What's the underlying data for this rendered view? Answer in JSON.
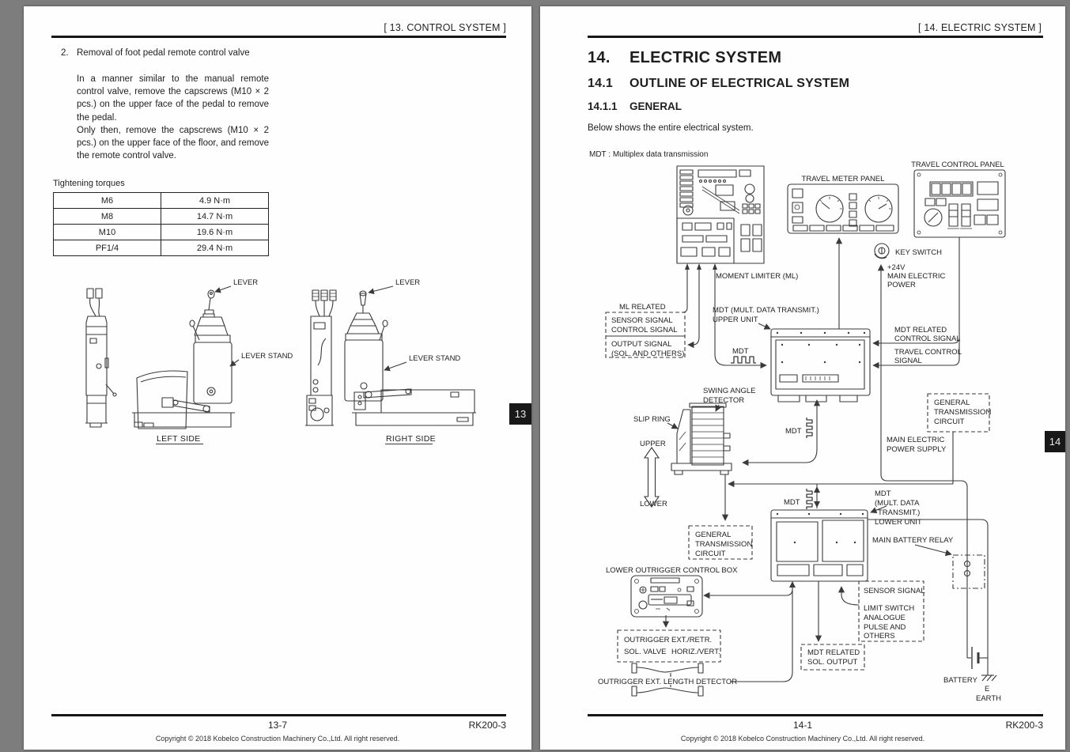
{
  "colors": {
    "canvas_bg": "#7d7d7d",
    "page_bg": "#fefefe",
    "ink": "#1e1e1e",
    "tab_bg": "#181818",
    "tab_fg": "#e8e8e8"
  },
  "left_page": {
    "header": "[ 13. CONTROL SYSTEM ]",
    "item_number": "2.",
    "item_title": "Removal of foot pedal remote control valve",
    "para1": "In a manner similar to the manual remote control valve, remove the capscrews (M10 × 2 pcs.) on the upper face of the pedal to remove the pedal.",
    "para2": "Only then, remove the capscrews (M10 × 2 pcs.) on the upper face of the floor, and remove the remote control valve.",
    "table_caption": "Tightening torques",
    "table_rows": [
      [
        "M6",
        "4.9 N·m"
      ],
      [
        "M8",
        "14.7 N·m"
      ],
      [
        "M10",
        "19.6 N·m"
      ],
      [
        "PF1/4",
        "29.4 N·m"
      ]
    ],
    "figure": {
      "lever": "LEVER",
      "lever_stand": "LEVER STAND",
      "left_caption": "LEFT SIDE",
      "right_caption": "RIGHT SIDE"
    },
    "tab": "13",
    "page_number": "13-7",
    "doc_code": "RK200-3",
    "copyright": "Copyright © 2018 Kobelco Construction Machinery Co.,Ltd. All right reserved."
  },
  "right_page": {
    "header": "[ 14. ELECTRIC SYSTEM ]",
    "h1_num": "14.",
    "h1_title": "ELECTRIC SYSTEM",
    "h2_num": "14.1",
    "h2_title": "OUTLINE OF ELECTRICAL SYSTEM",
    "h3_num": "14.1.1",
    "h3_title": "GENERAL",
    "intro": "Below shows the entire electrical system.",
    "diagram": {
      "note": "MDT : Multiplex data transmission",
      "moment_limiter": "MOMENT LIMITER (ML)",
      "travel_meter_panel": "TRAVEL METER PANEL",
      "travel_control_panel": "TRAVEL CONTROL PANEL",
      "key_switch": "KEY SWITCH",
      "power_l1": "+24V",
      "power_l2": "MAIN ELECTRIC",
      "power_l3": "POWER",
      "ml_related": "ML RELATED",
      "sensor_ctl_l1": "SENSOR SIGNAL",
      "sensor_ctl_l2": "CONTROL SIGNAL",
      "output_sig_l1": "OUTPUT SIGNAL",
      "output_sig_l2": "(SOL. AND OTHERS)",
      "mdt_upper_l1": "MDT (MULT. DATA TRANSMIT.)",
      "mdt_upper_l2": "UPPER UNIT",
      "mdt": "MDT",
      "mdt_rel_ctl_l1": "MDT RELATED",
      "mdt_rel_ctl_l2": "CONTROL SIGNAL",
      "travel_ctl_l1": "TRAVEL CONTROL",
      "travel_ctl_l2": "SIGNAL",
      "swing_l1": "SWING ANGLE",
      "swing_l2": "DETECTOR",
      "slip_ring": "SLIP RING",
      "upper": "UPPER",
      "lower": "LOWER",
      "gtc_l1": "GENERAL",
      "gtc_l2": "TRANSMISSION",
      "gtc_l3": "CIRCUIT",
      "power_supply_l1": "MAIN ELECTRIC",
      "power_supply_l2": "POWER SUPPLY",
      "mdt_lower_l1": "MDT",
      "mdt_lower_l2": "(MULT. DATA",
      "mdt_lower_l3": "TRANSMIT.)",
      "mdt_lower_l4": "LOWER UNIT",
      "main_battery_relay": "MAIN BATTERY RELAY",
      "lower_outrigger_box": "LOWER OUTRIGGER CONTROL BOX",
      "outrigger_c1_l1": "OUTRIGGER",
      "outrigger_c1_l2": "SOL. VALVE",
      "outrigger_c2_l1": "EXT./RETR.",
      "outrigger_c2_l2": "HORIZ./VERT.",
      "sensor_signal": "SENSOR SIGNAL",
      "limit_l1": "LIMIT SWITCH",
      "limit_l2": "ANALOGUE",
      "limit_l3": "PULSE AND",
      "limit_l4": "OTHERS",
      "mdt_sol_l1": "MDT RELATED",
      "mdt_sol_l2": "SOL. OUTPUT",
      "length_detector": "OUTRIGGER EXT. LENGTH DETECTOR",
      "battery": "BATTERY",
      "earth_e": "E",
      "earth": "EARTH"
    },
    "tab": "14",
    "page_number": "14-1",
    "doc_code": "RK200-3",
    "copyright": "Copyright © 2018 Kobelco Construction Machinery Co.,Ltd. All right reserved."
  }
}
